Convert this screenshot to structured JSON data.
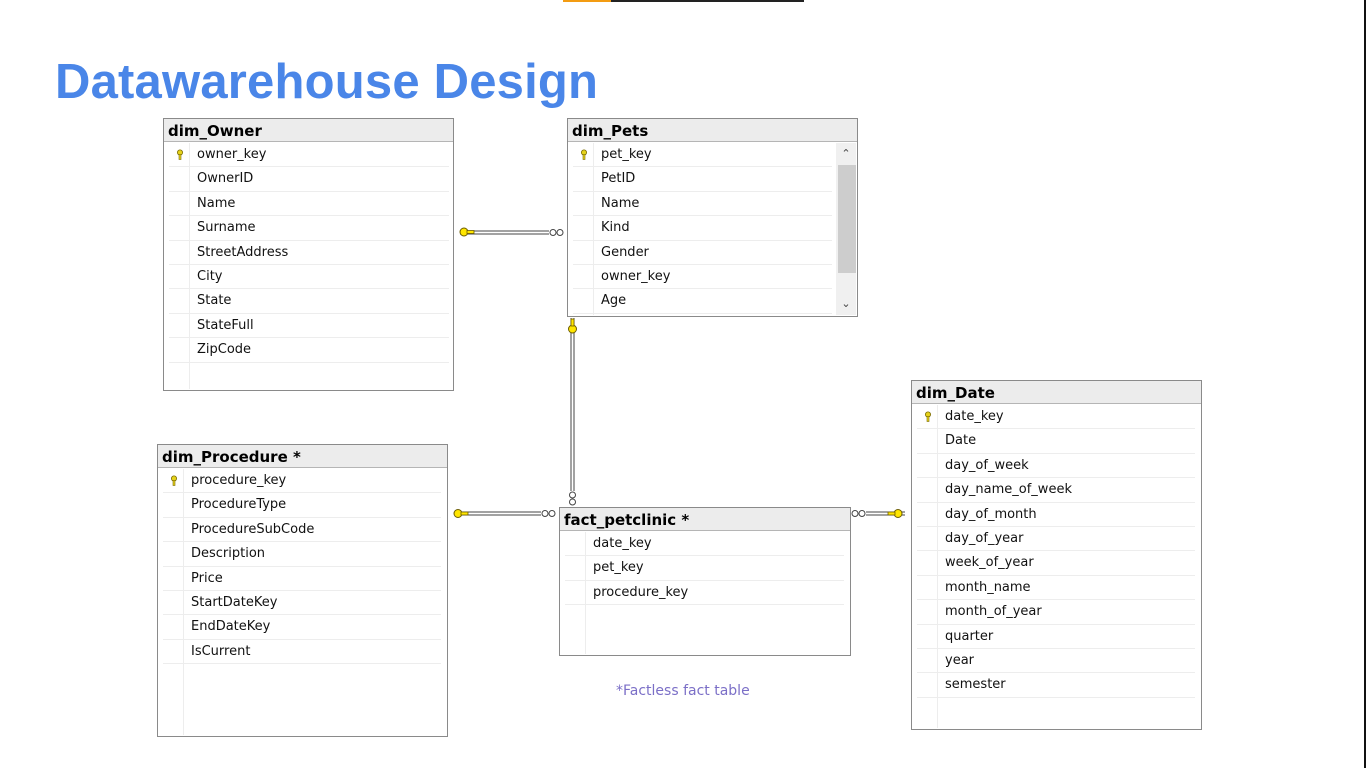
{
  "title": "Datawarehouse Design",
  "footnote": "*Factless fact table",
  "tables": {
    "dim_owner": {
      "name": "dim_Owner",
      "columns": [
        "owner_key",
        "OwnerID",
        "Name",
        "Surname",
        "StreetAddress",
        "City",
        "State",
        "StateFull",
        "ZipCode"
      ],
      "primary_key": "owner_key"
    },
    "dim_pets": {
      "name": "dim_Pets",
      "columns": [
        "pet_key",
        "PetID",
        "Name",
        "Kind",
        "Gender",
        "owner_key",
        "Age"
      ],
      "primary_key": "pet_key"
    },
    "dim_procedure": {
      "name": "dim_Procedure *",
      "columns": [
        "procedure_key",
        "ProcedureType",
        "ProcedureSubCode",
        "Description",
        "Price",
        "StartDateKey",
        "EndDateKey",
        "IsCurrent"
      ],
      "primary_key": "procedure_key"
    },
    "fact_petclinic": {
      "name": "fact_petclinic *",
      "columns": [
        "date_key",
        "pet_key",
        "procedure_key"
      ]
    },
    "dim_date": {
      "name": "dim_Date",
      "columns": [
        "date_key",
        "Date",
        "day_of_week",
        "day_name_of_week",
        "day_of_month",
        "day_of_year",
        "week_of_year",
        "month_name",
        "month_of_year",
        "quarter",
        "year",
        "semester"
      ],
      "primary_key": "date_key"
    }
  },
  "colors": {
    "title": "#4a86e8",
    "key": "#e6d31a",
    "footnote": "#7b6fc7"
  }
}
